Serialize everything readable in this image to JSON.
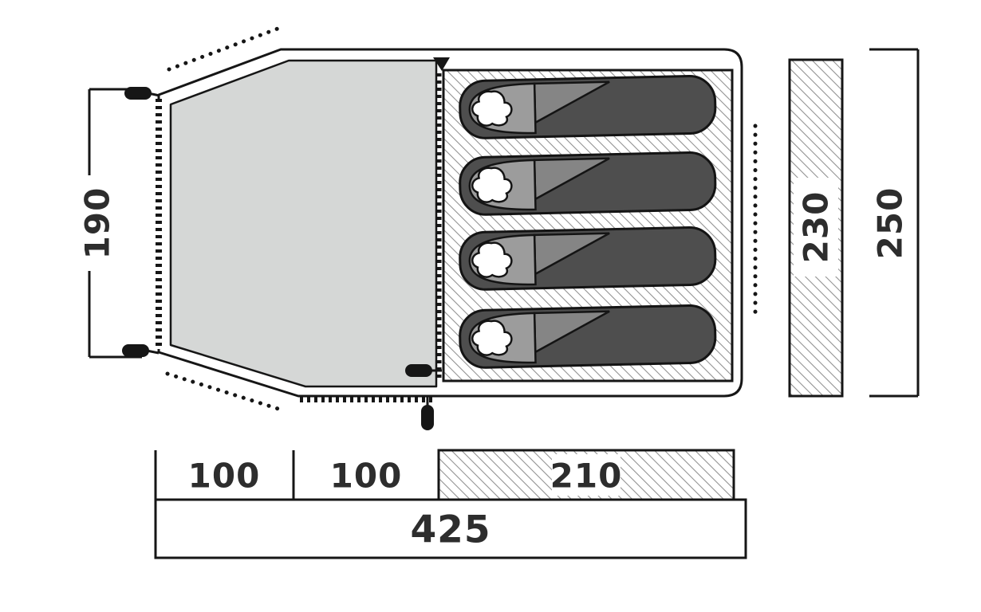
{
  "diagram": {
    "dimension_labels": {
      "inner_width": "190",
      "bedroom_length": "230",
      "outer_width": "250",
      "segment_1": "100",
      "segment_2": "100",
      "segment_3": "210",
      "total_length": "425"
    },
    "colors": {
      "outline": "#161616",
      "vestibule_floor": "#d5d7d6",
      "sleeping_bag_body": "#4e4e4e",
      "sleeping_bag_hood": "#9c9c9c",
      "sleeping_bag_flap": "#858585",
      "hatch_line": "#8f8f8f",
      "label_text": "#2d2d2d"
    }
  }
}
